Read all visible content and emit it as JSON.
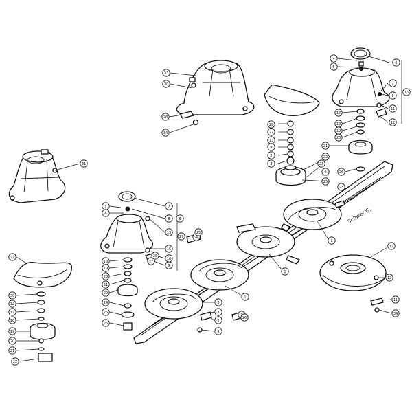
{
  "cutter_bar": {
    "brand_text": "Schwer G."
  },
  "callouts": [
    {
      "id": "c33",
      "label": "33"
    },
    {
      "id": "c30",
      "label": "30"
    },
    {
      "id": "c28",
      "label": "28"
    },
    {
      "id": "c34a",
      "label": "34"
    },
    {
      "id": "c31",
      "label": "31"
    },
    {
      "id": "c29",
      "label": "29"
    },
    {
      "id": "c27a",
      "label": "27"
    },
    {
      "id": "c13a",
      "label": "13"
    },
    {
      "id": "c9a",
      "label": "9"
    },
    {
      "id": "c2a",
      "label": "2"
    },
    {
      "id": "c3a",
      "label": "3"
    },
    {
      "id": "c4a",
      "label": "4"
    },
    {
      "id": "c5a",
      "label": "5"
    },
    {
      "id": "c6a",
      "label": "6"
    },
    {
      "id": "c7a",
      "label": "7"
    },
    {
      "id": "c8a",
      "label": "8"
    },
    {
      "id": "c11a",
      "label": "11"
    },
    {
      "id": "c12a",
      "label": "12"
    },
    {
      "id": "c16a",
      "label": "16"
    },
    {
      "id": "c17a",
      "label": "17"
    },
    {
      "id": "c18a",
      "label": "18"
    },
    {
      "id": "c19a",
      "label": "19"
    },
    {
      "id": "c20a",
      "label": "20"
    },
    {
      "id": "c21a",
      "label": "21"
    },
    {
      "id": "c22a",
      "label": "22"
    },
    {
      "id": "c23a",
      "label": "23"
    },
    {
      "id": "c25a",
      "label": "25"
    },
    {
      "id": "c26a",
      "label": "26"
    },
    {
      "id": "c1a",
      "label": "1"
    },
    {
      "id": "c1b",
      "label": "1"
    },
    {
      "id": "c1c",
      "label": "1"
    },
    {
      "id": "c1d",
      "label": "1"
    },
    {
      "id": "c3b",
      "label": "3"
    },
    {
      "id": "c3c",
      "label": "3"
    },
    {
      "id": "c3d",
      "label": "3"
    },
    {
      "id": "c9b",
      "label": "9"
    },
    {
      "id": "c9c",
      "label": "9"
    },
    {
      "id": "c5b",
      "label": "5"
    },
    {
      "id": "c6b",
      "label": "6"
    },
    {
      "id": "c7b",
      "label": "7"
    },
    {
      "id": "c8b",
      "label": "8"
    },
    {
      "id": "c13b",
      "label": "13"
    },
    {
      "id": "c15a",
      "label": "15"
    },
    {
      "id": "c16b",
      "label": "16"
    },
    {
      "id": "c17b",
      "label": "17"
    },
    {
      "id": "c18b",
      "label": "18"
    },
    {
      "id": "c19b",
      "label": "19"
    },
    {
      "id": "c20b",
      "label": "20"
    },
    {
      "id": "c21b",
      "label": "21"
    },
    {
      "id": "c22b",
      "label": "22"
    },
    {
      "id": "c24a",
      "label": "24"
    },
    {
      "id": "c25b",
      "label": "25"
    },
    {
      "id": "c26b",
      "label": "26"
    },
    {
      "id": "c27b",
      "label": "27"
    },
    {
      "id": "c30b",
      "label": "30"
    },
    {
      "id": "c32a",
      "label": "32"
    },
    {
      "id": "c17c",
      "label": "17"
    },
    {
      "id": "c18c",
      "label": "18"
    },
    {
      "id": "c19c",
      "label": "19"
    },
    {
      "id": "c20c",
      "label": "20"
    },
    {
      "id": "c21c",
      "label": "21"
    },
    {
      "id": "c22c",
      "label": "22"
    },
    {
      "id": "c23b",
      "label": "23"
    },
    {
      "id": "c24b",
      "label": "24"
    },
    {
      "id": "c25c",
      "label": "25"
    },
    {
      "id": "c26c",
      "label": "26"
    },
    {
      "id": "c27c",
      "label": "27"
    },
    {
      "id": "c28b",
      "label": "28"
    },
    {
      "id": "c17d",
      "label": "17"
    },
    {
      "id": "c12b",
      "label": "12"
    },
    {
      "id": "c11b",
      "label": "11"
    },
    {
      "id": "c34b",
      "label": "34"
    },
    {
      "id": "c9d",
      "label": "9"
    },
    {
      "id": "c6c",
      "label": "6"
    }
  ]
}
